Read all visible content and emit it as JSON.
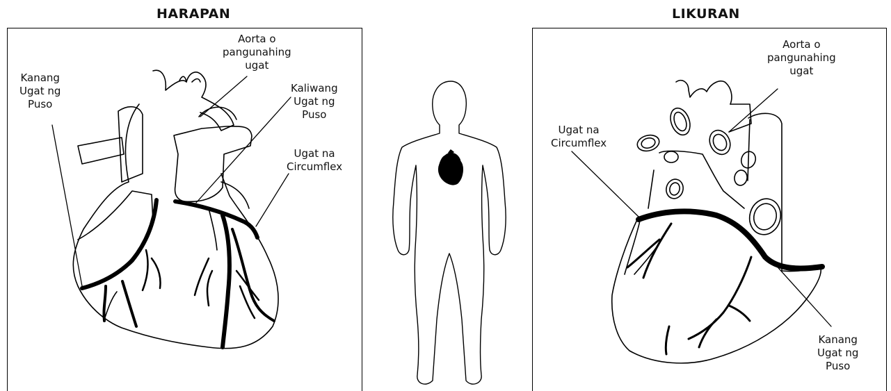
{
  "front": {
    "title": "HARAPAN",
    "labels": {
      "aorta": [
        "Aorta o",
        "pangunahing",
        "ugat"
      ],
      "right_coronary": [
        "Kanang",
        "Ugat ng",
        "Puso"
      ],
      "left_coronary": [
        "Kaliwang",
        "Ugat ng",
        "Puso"
      ],
      "circumflex": [
        "Ugat na",
        "Circumflex"
      ]
    }
  },
  "back": {
    "title": "LIKURAN",
    "labels": {
      "aorta": [
        "Aorta o",
        "pangunahing",
        "ugat"
      ],
      "circumflex": [
        "Ugat na",
        "Circumflex"
      ],
      "right_coronary": [
        "Kanang",
        "Ugat ng",
        "Puso"
      ]
    }
  }
}
